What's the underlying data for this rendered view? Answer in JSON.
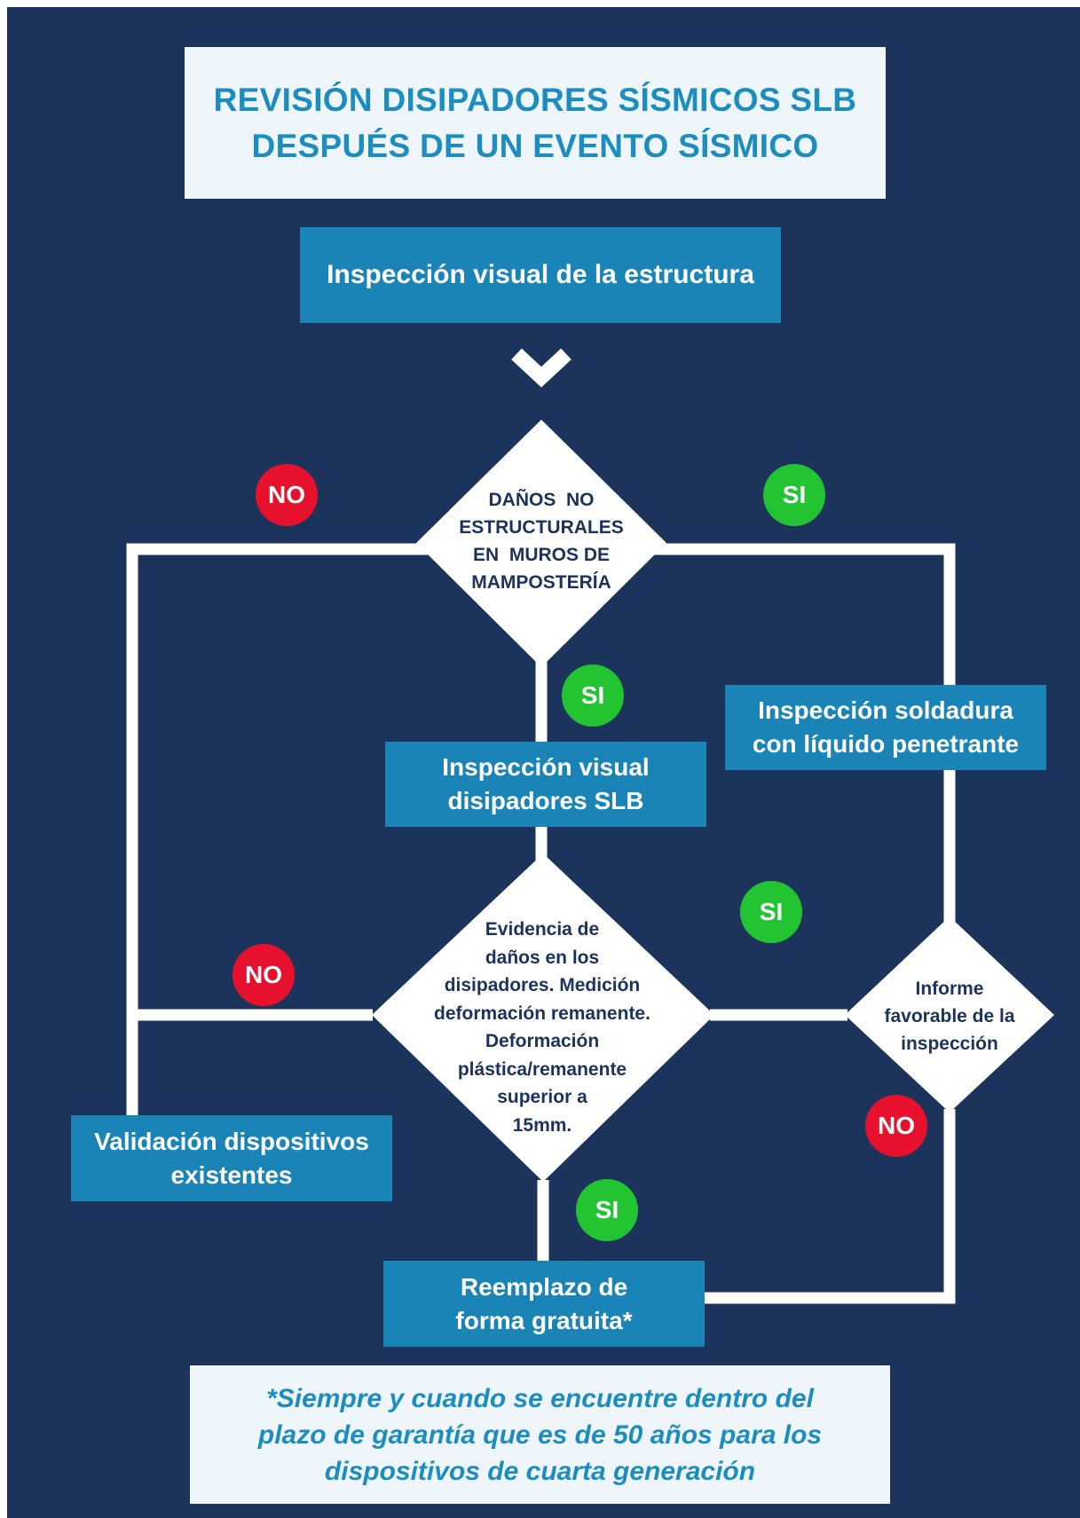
{
  "title": {
    "line1": "REVISIÓN DISIPADORES SÍSMICOS SLB",
    "line2": "DESPUÉS DE UN EVENTO SÍSMICO"
  },
  "steps": {
    "visual_structure": "Inspección visual de la estructura",
    "weld_inspection": [
      "Inspección soldadura",
      "con líquido penetrante"
    ],
    "visual_dissipators": [
      "Inspección visual",
      "disipadores SLB"
    ],
    "validation": [
      "Validación dispositivos",
      "existentes"
    ],
    "replacement": [
      "Reemplazo de",
      "forma gratuita*"
    ]
  },
  "decisions": {
    "non_structural_damage": [
      "DAÑOS  NO",
      "ESTRUCTURALES",
      "EN  MUROS DE",
      "MAMPOSTERÍA"
    ],
    "dissipator_damage": [
      "Evidencia de",
      "daños en los",
      "disipadores. Medición",
      "deformación remanente.",
      "Deformación",
      "plástica/remanente",
      "superior a",
      "15mm."
    ],
    "favorable_report": [
      "Informe",
      "favorable de la",
      "inspección"
    ]
  },
  "labels": {
    "no": "NO",
    "si": "SI"
  },
  "footnote": [
    "*Siempre y cuando se encuentre dentro del",
    "plazo de garantía que es de 50 años para los",
    "dispositivos de cuarta generación"
  ],
  "colors": {
    "background": "#1c335c",
    "box": "#1a84b6",
    "light_panel": "#eef6fb",
    "accent_text": "#1d8dbf",
    "yes_badge": "#22c431",
    "no_badge": "#e8112d"
  }
}
